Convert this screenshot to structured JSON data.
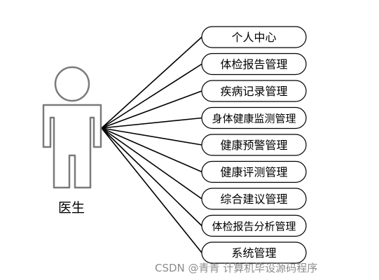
{
  "actor": {
    "name": "医生",
    "icon": "person-icon",
    "colors": {
      "stroke": "#7a7a7a",
      "fill": "#ffffff"
    }
  },
  "use_cases": [
    "个人中心",
    "体检报告管理",
    "疾病记录管理",
    "身体健康监测管理",
    "健康预警管理",
    "健康评测管理",
    "综合建议管理",
    "体检报告分析管理",
    "系统管理"
  ],
  "watermark": "CSDN @青青  计算机毕设源码程序"
}
